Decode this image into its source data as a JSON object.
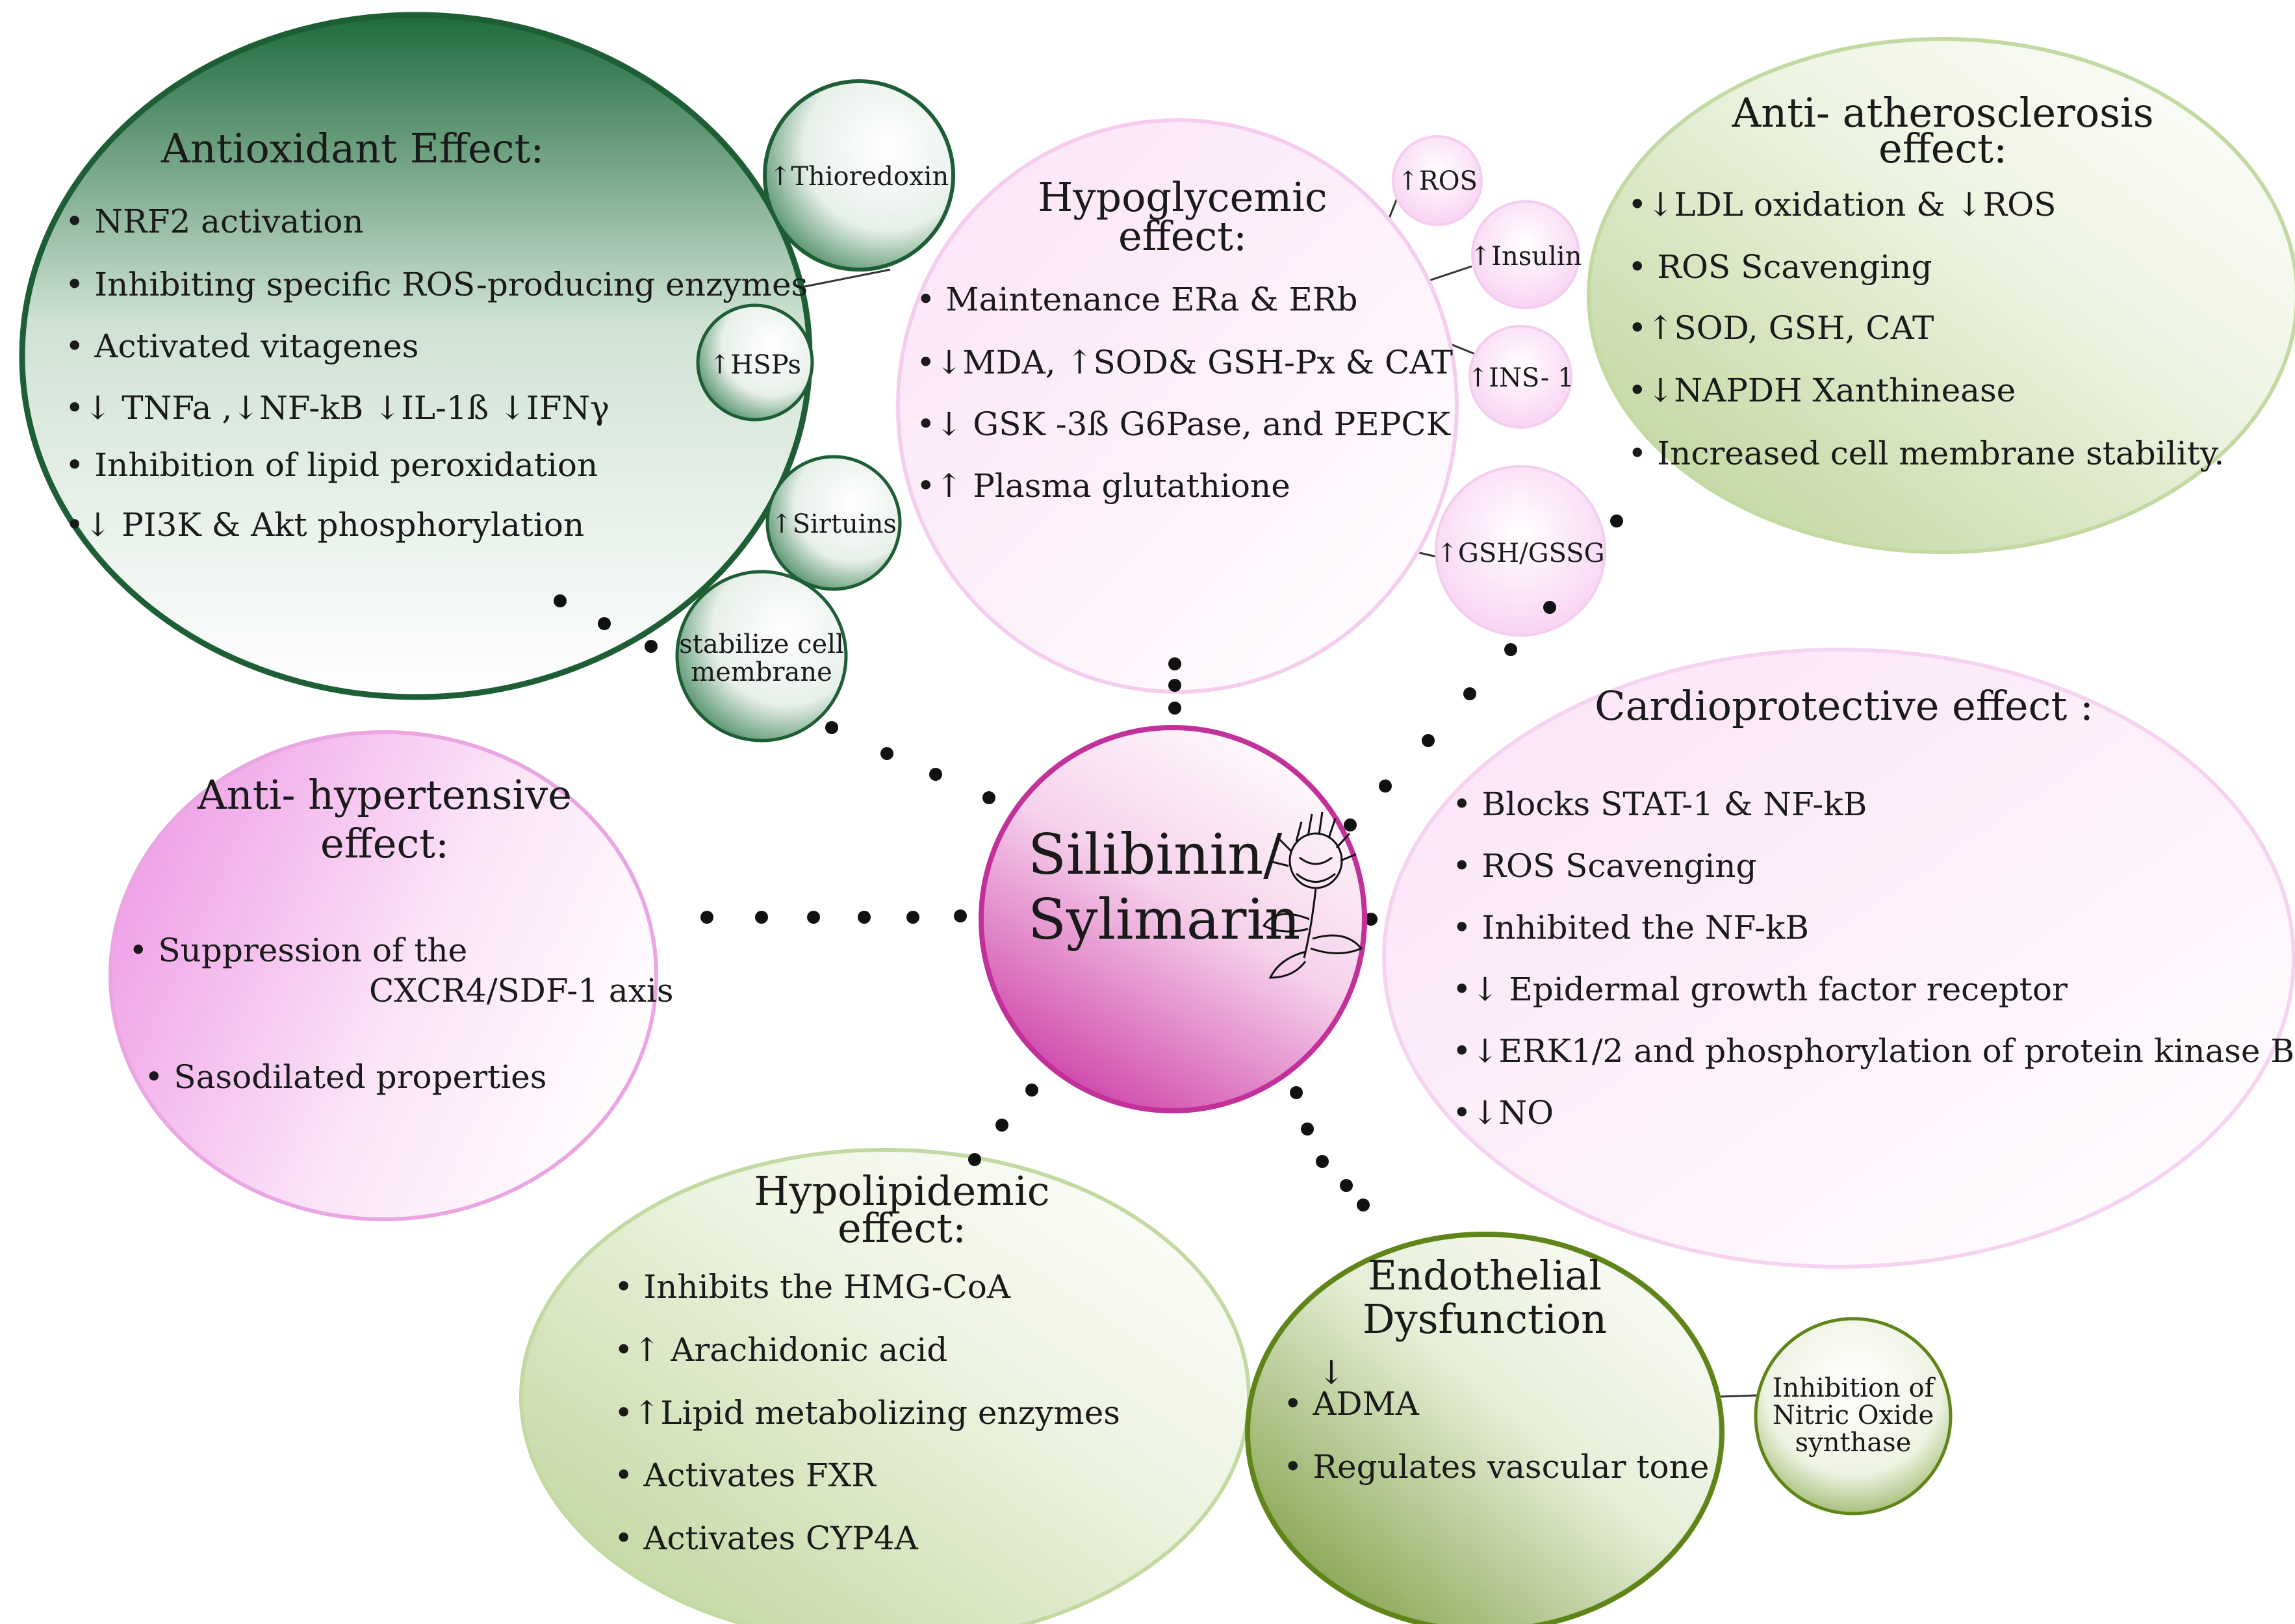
{
  "colors": {
    "dark_green": "#1f6b3d",
    "pink": "#e09ad8",
    "magenta": "#c2309a",
    "light_green": "#b5cf8c",
    "olive": "#6b8e23",
    "dots": "#111111"
  },
  "center": {
    "line1": "Silibinin/",
    "line2": "Sylimarin",
    "icon": "milk-thistle-icon"
  },
  "antioxidant": {
    "title": "Antioxidant Effect:",
    "items": [
      "•  NRF2 activation",
      "•  Inhibiting specific ROS-producing enzymes",
      "•  Activated vitagenes",
      "•↓ TNFa ,↓NF-kB ↓IL-1ß ↓IFNγ",
      "•  Inhibition of lipid peroxidation",
      "•↓ PI3K & Akt phosphorylation"
    ]
  },
  "satellites": {
    "thioredoxin": "↑Thioredoxin",
    "hsps": "↑HSPs",
    "sirtuins": "↑Sirtuins",
    "stabilize_line1": "stabilize cell",
    "stabilize_line2": "membrane",
    "ros": "↑ROS",
    "insulin": "↑Insulin",
    "ins1": "↑INS- 1",
    "gsh": "↑GSH/GSSG",
    "nos_line1": "Inhibition of",
    "nos_line2": "Nitric Oxide",
    "nos_line3": "synthase"
  },
  "hypoglycemic": {
    "title_line1": "Hypoglycemic",
    "title_line2": "effect:",
    "items": [
      "•  Maintenance ERa & ERb",
      "•↓MDA, ↑SOD& GSH-Px & CAT",
      "•↓ GSK -3ß G6Pase, and PEPCK",
      "•↑ Plasma glutathione"
    ]
  },
  "atherosclerosis": {
    "title_line1": "Anti- atherosclerosis",
    "title_line2": "effect:",
    "items": [
      "•↓LDL oxidation & ↓ROS",
      "•  ROS Scavenging",
      "•↑SOD, GSH, CAT",
      "•↓NAPDH Xanthinease",
      "•  Increased cell membrane stability."
    ]
  },
  "hypertensive": {
    "title_line1": "Anti- hypertensive",
    "title_line2": "effect:",
    "item1_line1": "•  Suppression of the",
    "item1_line2": "CXCR4/SDF-1 axis",
    "item2": "•  Sasodilated properties"
  },
  "cardio": {
    "title": "Cardioprotective effect :",
    "items": [
      "•  Blocks STAT-1 & NF-kB",
      "•  ROS Scavenging",
      "•  Inhibited the NF-kB",
      "•↓ Epidermal growth factor receptor",
      "•↓ERK1/2 and phosphorylation of protein kinase B",
      "•↓NO"
    ]
  },
  "hypolipidemic": {
    "title_line1": "Hypolipidemic",
    "title_line2": "effect:",
    "items": [
      "•  Inhibits the HMG-CoA",
      "•↑ Arachidonic acid",
      "•↑Lipid metabolizing enzymes",
      "•  Activates FXR",
      "•  Activates CYP4A"
    ]
  },
  "endothelial": {
    "title_line1": "Endothelial",
    "title_line2": "Dysfunction",
    "item1_arrow": "↓",
    "item1": "•    ADMA",
    "item2": "•  Regulates vascular tone"
  }
}
